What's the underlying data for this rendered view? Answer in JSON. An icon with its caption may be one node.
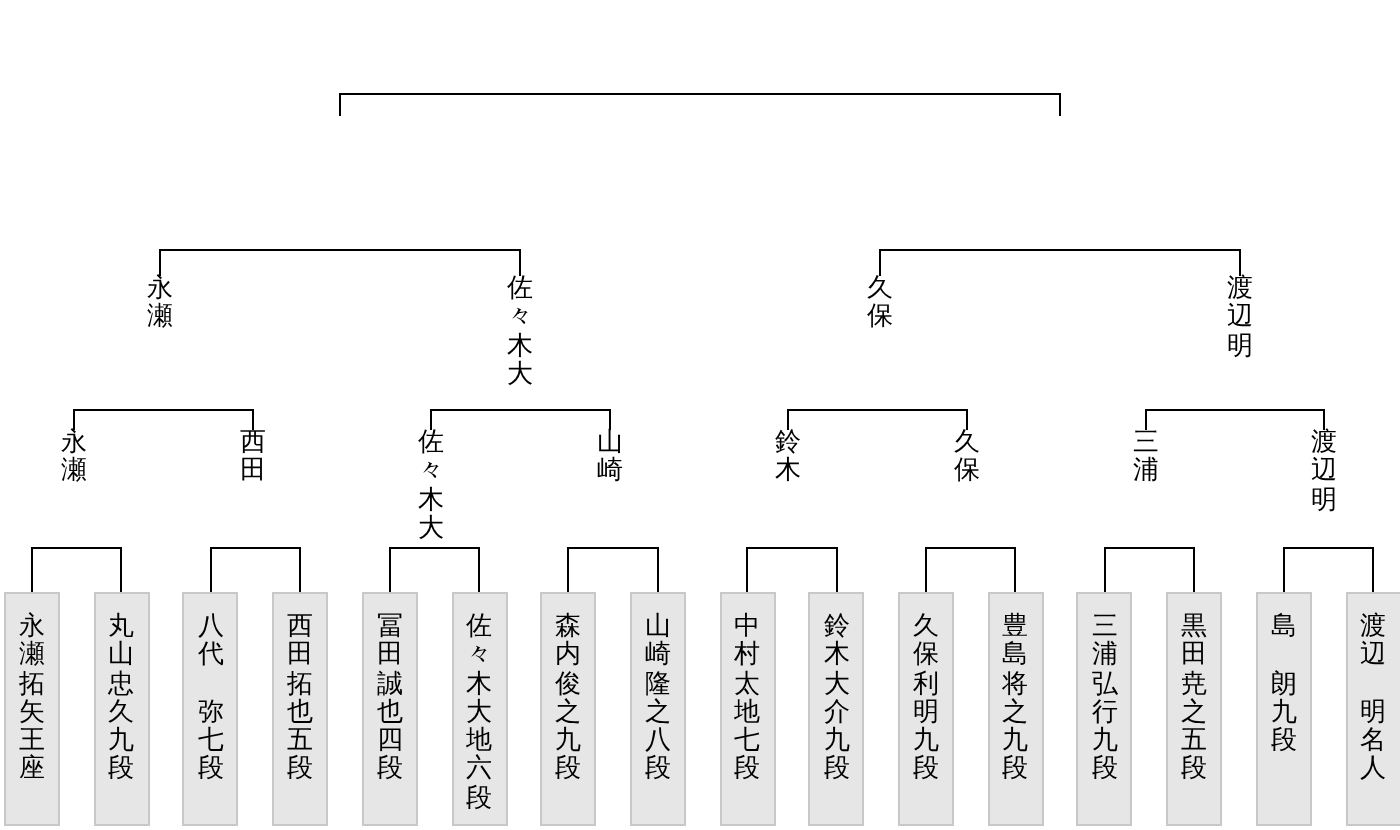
{
  "diagram": {
    "nodes": [
      {
        "text": [
          "永瀬"
        ]
      },
      {
        "text": [
          "佐々木大"
        ]
      },
      {
        "text": [
          "久保"
        ]
      },
      {
        "text": [
          "渡辺明"
        ]
      },
      {
        "text": [
          "永瀬"
        ]
      },
      {
        "text": [
          "西田"
        ]
      },
      {
        "text": [
          "佐々木大"
        ]
      },
      {
        "text": [
          "山崎"
        ]
      },
      {
        "text": [
          "鈴木"
        ]
      },
      {
        "text": [
          "久保"
        ]
      },
      {
        "text": [
          "三浦"
        ]
      },
      {
        "text": [
          "渡辺明"
        ]
      },
      {
        "text": [
          "永瀬拓矢王座"
        ]
      },
      {
        "text": [
          "丸山忠久九段"
        ]
      },
      {
        "text": [
          "八代",
          "弥七段"
        ]
      },
      {
        "text": [
          "西田拓也五段"
        ]
      },
      {
        "text": [
          "冨田誠也四段"
        ]
      },
      {
        "text": [
          "佐々木大地六段"
        ]
      },
      {
        "text": [
          "森内俊之九段"
        ]
      },
      {
        "text": [
          "山崎隆之八段"
        ]
      },
      {
        "text": [
          "中村太地七段"
        ]
      },
      {
        "text": [
          "鈴木大介九段"
        ]
      },
      {
        "text": [
          "久保利明九段"
        ]
      },
      {
        "text": [
          "豊島将之九段"
        ]
      },
      {
        "text": [
          "三浦弘行九段"
        ]
      },
      {
        "text": [
          "黒田尭之五段"
        ]
      },
      {
        "text": [
          "島",
          "朗九段"
        ]
      },
      {
        "text": [
          "渡辺",
          "明名人"
        ]
      }
    ],
    "edges": [
      {
        "from": 0,
        "to": 1,
        "arrow": "none"
      },
      {
        "from": 2,
        "to": 3,
        "arrow": "none"
      },
      {
        "from": 4,
        "to": 5,
        "arrow": "none"
      },
      {
        "from": 6,
        "to": 7,
        "arrow": "none"
      },
      {
        "from": 8,
        "to": 9,
        "arrow": "none"
      },
      {
        "from": 10,
        "to": 11,
        "arrow": "none"
      },
      {
        "from": 12,
        "to": 13,
        "arrow": "none"
      },
      {
        "from": 14,
        "to": 15,
        "arrow": "none"
      },
      {
        "from": 16,
        "to": 17,
        "arrow": "none"
      },
      {
        "from": 18,
        "to": 19,
        "arrow": "none"
      },
      {
        "from": 20,
        "to": 21,
        "arrow": "none"
      },
      {
        "from": 22,
        "to": 23,
        "arrow": "none"
      },
      {
        "from": 24,
        "to": 25,
        "arrow": "none"
      },
      {
        "from": 26,
        "to": 27,
        "arrow": "none"
      }
    ]
  }
}
